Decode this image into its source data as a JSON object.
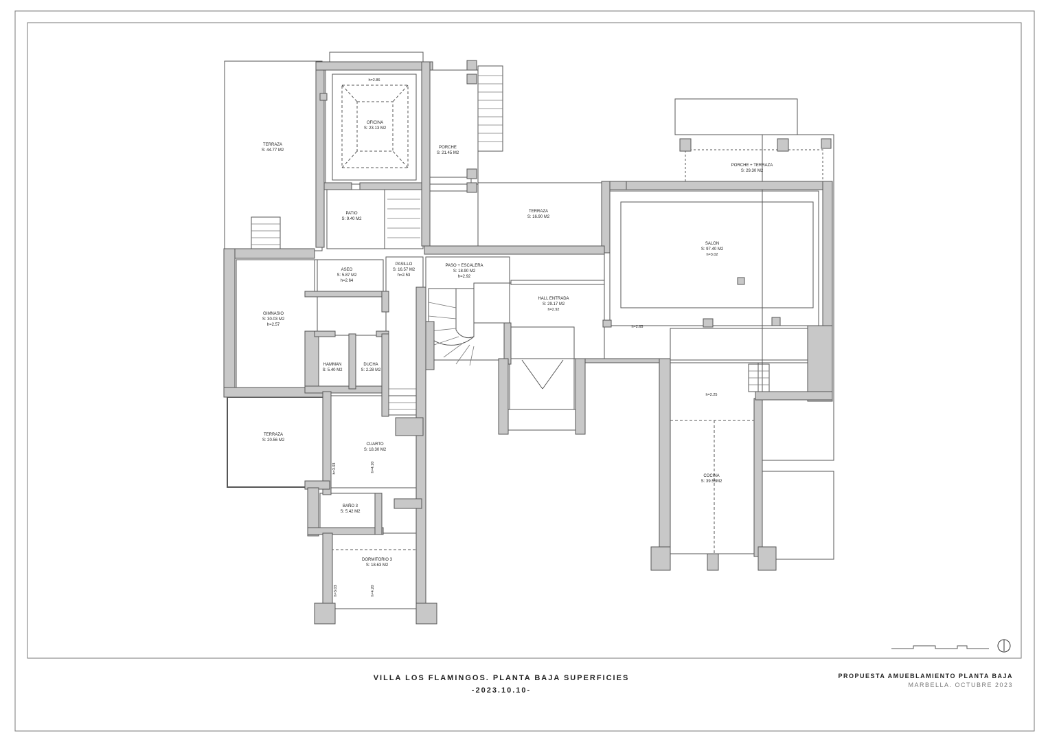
{
  "sheet": {
    "title_line1": "VILLA LOS FLAMINGOS. PLANTA BAJA SUPERFICIES",
    "title_line2": "-2023.10.10-",
    "proposal": "PROPUESTA AMUEBLAMIENTO PLANTA BAJA",
    "location_date": "MARBELLA. OCTUBRE 2023"
  },
  "rooms": {
    "oficina": {
      "name": "OFICINA",
      "area": "S: 23.13 M2",
      "height": "h=2.86"
    },
    "porche": {
      "name": "PORCHE",
      "area": "S: 21.45 M2"
    },
    "terraza_nw": {
      "name": "TERRAZA",
      "area": "S: 44.77 M2"
    },
    "patio": {
      "name": "PATIO",
      "area": "S: 9.40 M2"
    },
    "terraza_n": {
      "name": "TERRAZA",
      "area": "S: 16.90 M2"
    },
    "porche_terraza": {
      "name": "PORCHE + TERRAZA",
      "area": "S: 29.30 M2"
    },
    "salon": {
      "name": "SALON",
      "area": "S: 97.40 M2",
      "height": "h=3.02"
    },
    "aseo": {
      "name": "ASEO",
      "area": "S: 5.87 M2",
      "height": "h=2.64"
    },
    "pasillo": {
      "name": "PASILLO",
      "area": "S: 16.57 M2",
      "height": "h=2.53"
    },
    "paso_escalera": {
      "name": "PASO + ESCALERA",
      "area": "S: 18.90 M2",
      "height": "h=2.92"
    },
    "hall": {
      "name": "HALL ENTRADA",
      "area": "S: 29.17 M2",
      "height": "h=2.92"
    },
    "salon_h2": {
      "height": "h=2.65"
    },
    "gimnasio": {
      "name": "GIMNASIO",
      "area": "S: 30.03 M2",
      "height": "h=2.57"
    },
    "hamman": {
      "name": "HAMMAN",
      "area": "S: 5.40 M2"
    },
    "ducha": {
      "name": "DUCHA",
      "area": "S: 2.28 M2"
    },
    "cocina": {
      "name": "COCINA",
      "area": "S: 39.55M2",
      "height": "h=2.25"
    },
    "terraza_w": {
      "name": "TERRAZA",
      "area": "S: 20.56 M2"
    },
    "cuarto": {
      "name": "CUARTO",
      "area": "S: 18.30 M2",
      "height_a": "h=3.03",
      "height_b": "h=4.20"
    },
    "bano3": {
      "name": "BAÑO 3",
      "area": "S: 5.42 M2"
    },
    "dormitorio3": {
      "name": "DORMITORIO 3",
      "area": "S: 18.63 M2",
      "height_a": "h=3.03",
      "height_b": "h=4.20"
    }
  },
  "colors": {
    "wall": "#c8c8c8",
    "line": "#555555",
    "frame": "#777777"
  },
  "icons": {
    "north_arrow": "north-arrow-icon",
    "scale_bar": "scale-bar-icon"
  }
}
